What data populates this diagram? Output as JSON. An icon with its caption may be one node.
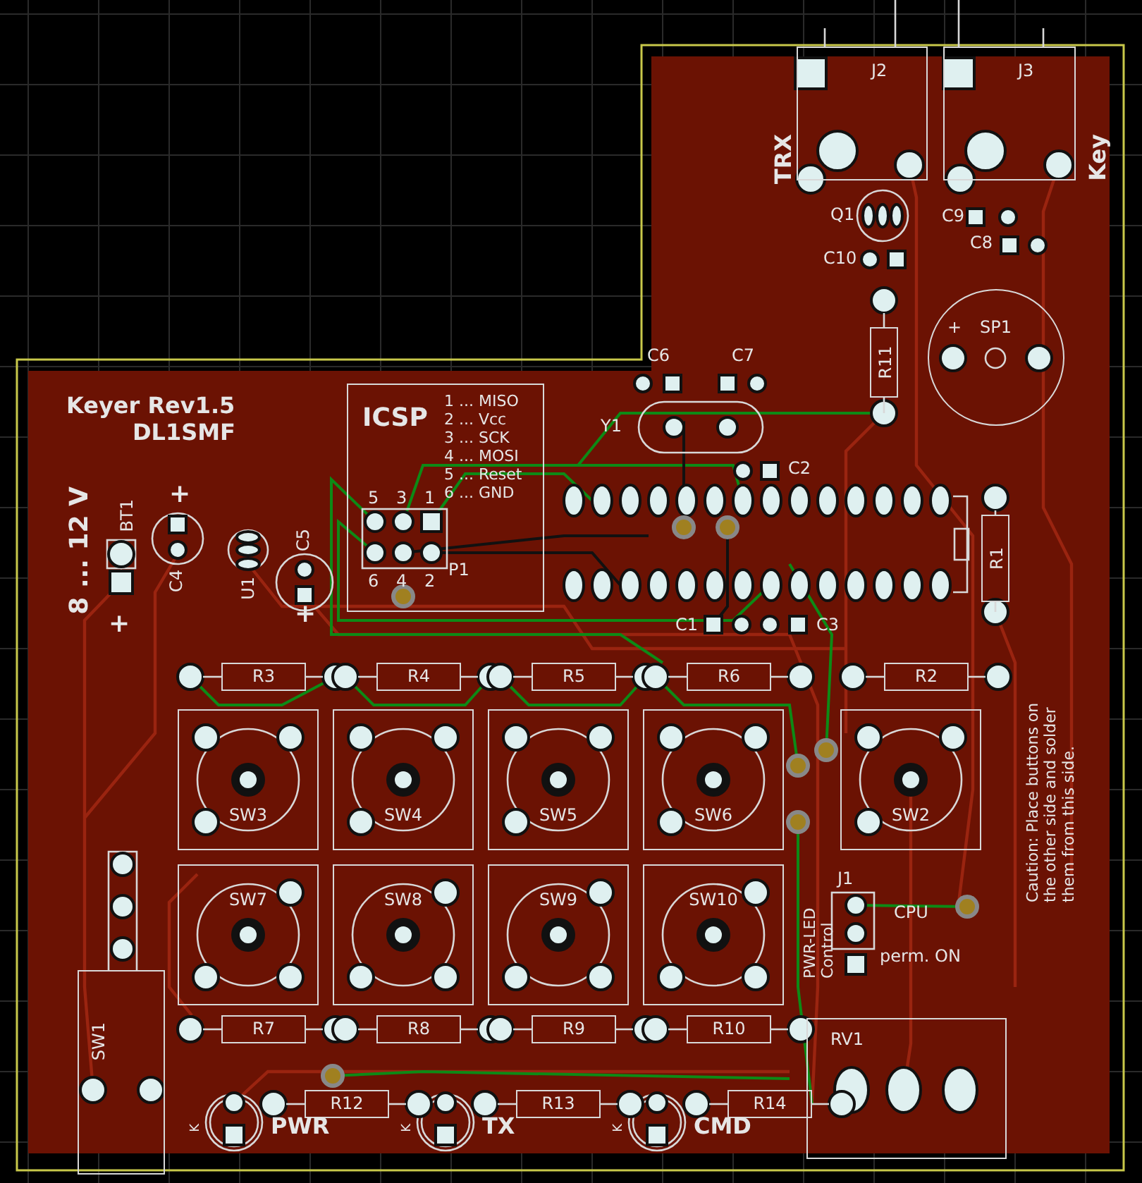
{
  "diagram": {
    "nodes": [
      {
        "text": [
          "J2"
        ],
        "beside": [
          "TRX"
        ]
      },
      {
        "text": [
          "J3"
        ],
        "beside": [
          "Key"
        ]
      },
      {
        "text": [
          "+",
          "SP1"
        ]
      },
      {
        "text": [
          "R11"
        ]
      },
      {
        "text": [
          "ICSP",
          "1 ... MISO",
          "2 ... Vcc",
          "3 ... SCK",
          "4 ... MOSI",
          "5 ... Reset",
          "6 ... GND"
        ]
      },
      {
        "text": [
          "R1"
        ]
      },
      {
        "text": [
          "R3"
        ]
      },
      {
        "text": [
          "R4"
        ]
      },
      {
        "text": [
          "R5"
        ]
      },
      {
        "text": [
          "R6"
        ]
      },
      {
        "text": [
          "R2"
        ]
      },
      {
        "text": [
          "SW3"
        ]
      },
      {
        "text": [
          "SW4"
        ]
      },
      {
        "text": [
          "SW5"
        ]
      },
      {
        "text": [
          "SW6"
        ]
      },
      {
        "text": [
          "SW2"
        ]
      },
      {
        "text": [
          "SW7"
        ]
      },
      {
        "text": [
          "SW8"
        ]
      },
      {
        "text": [
          "SW9"
        ]
      },
      {
        "text": [
          "SW10"
        ]
      },
      {
        "text": [
          "SW1"
        ]
      },
      {
        "text": [
          "R7"
        ]
      },
      {
        "text": [
          "R8"
        ]
      },
      {
        "text": [
          "R9"
        ]
      },
      {
        "text": [
          "R10"
        ]
      },
      {
        "text": [
          "RV1"
        ]
      },
      {
        "text": [
          "R12"
        ]
      },
      {
        "text": [
          "R13"
        ]
      },
      {
        "text": [
          "R14"
        ]
      }
    ],
    "labels": [
      "Keyer Rev1.5",
      "DL1SMF",
      "Q1",
      "C9",
      "C8",
      "C10",
      "C6",
      "C7",
      "Y1",
      "C2",
      "+",
      "8 ... 12 V",
      "BT1",
      "C4",
      "U1",
      "C5",
      "5",
      "3",
      "1",
      "6",
      "4",
      "2",
      "P1",
      "+",
      "+",
      "C1",
      "C3",
      "Caution: Place buttons on the other side and solder them from this side.",
      "J1",
      "PWR-LED Control",
      "CPU",
      "perm. ON",
      "K",
      "PWR",
      "K",
      "TX",
      "K",
      "CMD"
    ]
  }
}
